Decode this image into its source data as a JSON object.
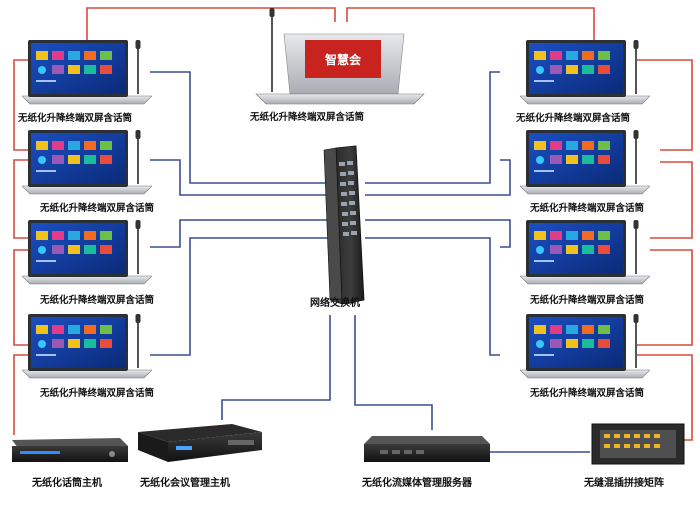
{
  "terminal_label": "无纸化升降终端双屏含话筒",
  "center_terminal_label": "无纸化升降终端双屏含话筒",
  "center_screen_text": "智慧会",
  "switch_label": "网络交换机",
  "devices": {
    "mic_host": "无纸化话筒主机",
    "conference_host": "无纸化会议管理主机",
    "media_server": "无纸化流媒体管理服务器",
    "matrix": "无缝混插拼接矩阵"
  },
  "colors": {
    "red_line": "#d94a3f",
    "blue_line": "#3a4f8f",
    "screen_blue": "#123a9a",
    "device_dark": "#1a1a1a"
  }
}
